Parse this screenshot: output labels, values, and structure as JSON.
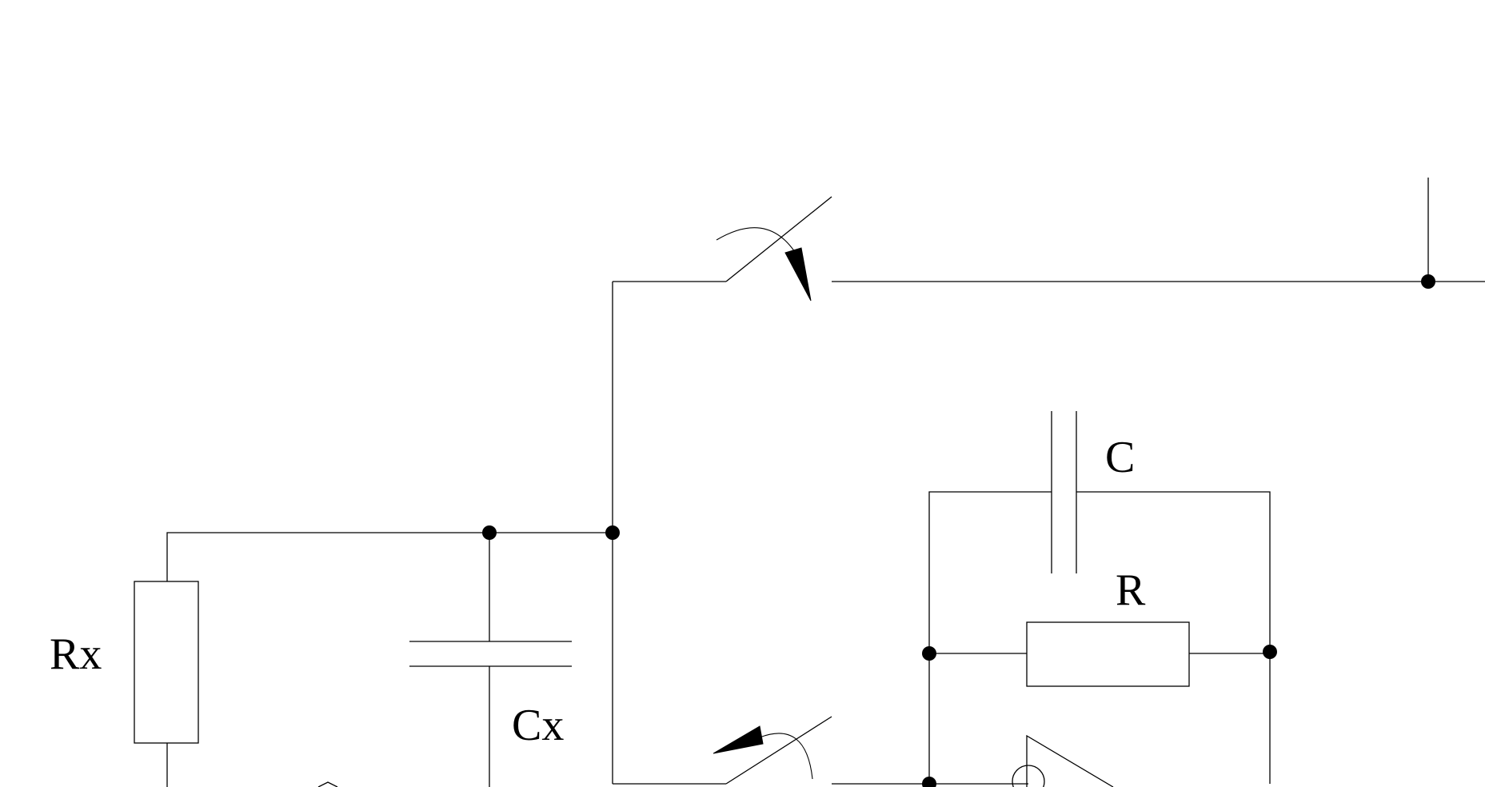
{
  "diagram": {
    "type": "circuit-schematic",
    "labels": {
      "rx": "Rx",
      "cx": "Cx",
      "c": "C",
      "r": "R"
    }
  }
}
